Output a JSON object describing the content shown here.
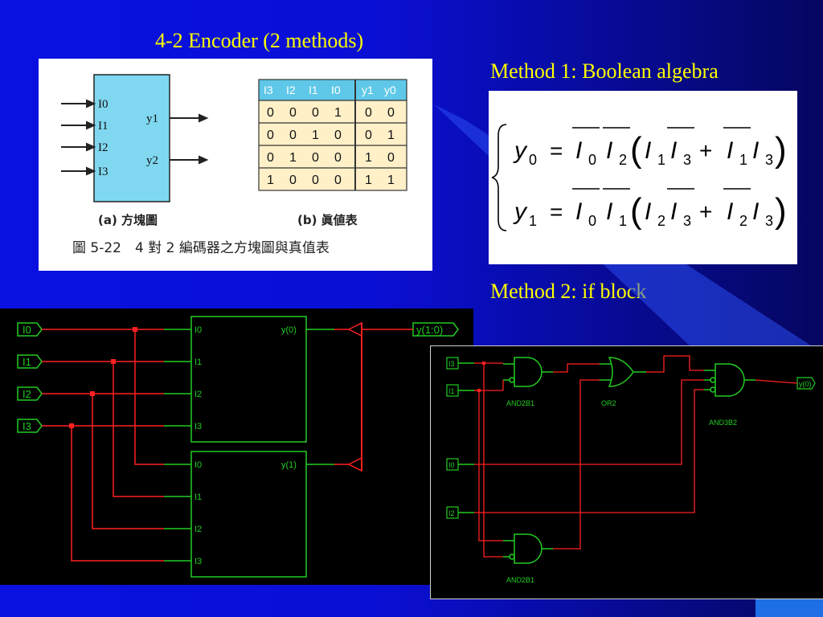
{
  "slide": {
    "title": "4-2 Encoder (2 methods)",
    "method1_label": "Method 1: Boolean algebra",
    "method2_label": "Method 2: if block",
    "arrow_text": "< ==== >"
  },
  "figure": {
    "block": {
      "inputs": [
        "I0",
        "I1",
        "I2",
        "I3"
      ],
      "outputs": [
        "y1",
        "y2"
      ],
      "caption": "(a) 方塊圖"
    },
    "truth_table": {
      "headers": [
        "I3",
        "I2",
        "I1",
        "I0",
        "y1",
        "y0"
      ],
      "rows": [
        [
          "0",
          "0",
          "0",
          "1",
          "0",
          "0"
        ],
        [
          "0",
          "0",
          "1",
          "0",
          "0",
          "1"
        ],
        [
          "0",
          "1",
          "0",
          "0",
          "1",
          "0"
        ],
        [
          "1",
          "0",
          "0",
          "0",
          "1",
          "1"
        ]
      ],
      "caption": "(b) 眞値表"
    },
    "figure_caption": "圖 5-22　4 對 2 編碼器之方塊圖與真值表"
  },
  "equations": {
    "line1": {
      "lhs": "y",
      "lhs_sub": "0"
    },
    "line2": {
      "lhs": "y",
      "lhs_sub": "1"
    }
  },
  "schematic1": {
    "inputs": [
      "I0",
      "I1",
      "I2",
      "I3"
    ],
    "block_pins": [
      "I0",
      "I1",
      "I2",
      "I3"
    ],
    "block1_output": "y(0)",
    "block2_output": "y(1)",
    "bus_output": "y(1:0)"
  },
  "schematic2": {
    "inputs": [
      "I3",
      "I1",
      "I0",
      "I2"
    ],
    "gates": [
      "AND2B1",
      "OR2",
      "AND3B2",
      "AND2B1"
    ],
    "output": "y(0)"
  },
  "colors": {
    "title_text": "#ffff00",
    "arrow_text": "#2aa8ff",
    "wire_green": "#22cc22",
    "wire_red": "#ff2020",
    "block_cyan": "#80d8f0",
    "table_header": "#5fc8e8",
    "table_row": "#fff0c8"
  }
}
